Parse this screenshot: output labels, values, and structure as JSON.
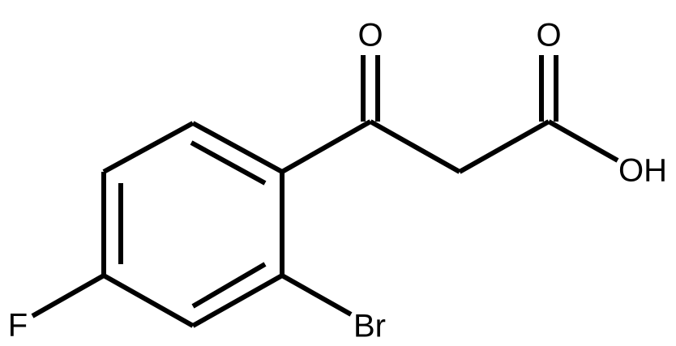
{
  "molecule": {
    "atoms": {
      "carbonyl_oxygen": "O",
      "acid_oxygen": "O",
      "hydroxyl": "OH",
      "bromine": "Br",
      "fluorine": "F"
    },
    "bond_color": "#000000",
    "background": "#ffffff"
  }
}
